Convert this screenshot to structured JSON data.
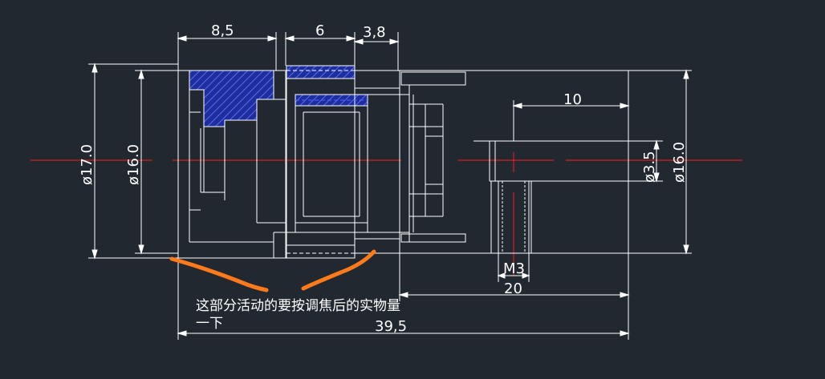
{
  "drawing": {
    "dimensions": {
      "top_left": "8,5",
      "top_mid": "6",
      "top_right": "3,8",
      "dia_outer_left": "ø17.0",
      "dia_inner_left": "ø16.0",
      "length_right": "10",
      "dia_hole": "ø3.5",
      "dia_outer_right": "ø16.0",
      "thread": "M3",
      "length_20": "20",
      "total_length": "39,5"
    },
    "annotation": {
      "line1": "这部分活动的要按调焦后的实物量",
      "line2": "一下"
    },
    "colors": {
      "background": "#212830",
      "lines": "#ffffff",
      "centerline": "#ff1a1a",
      "hatch": "#2a3cc8",
      "highlight": "#ff7a1a"
    }
  }
}
